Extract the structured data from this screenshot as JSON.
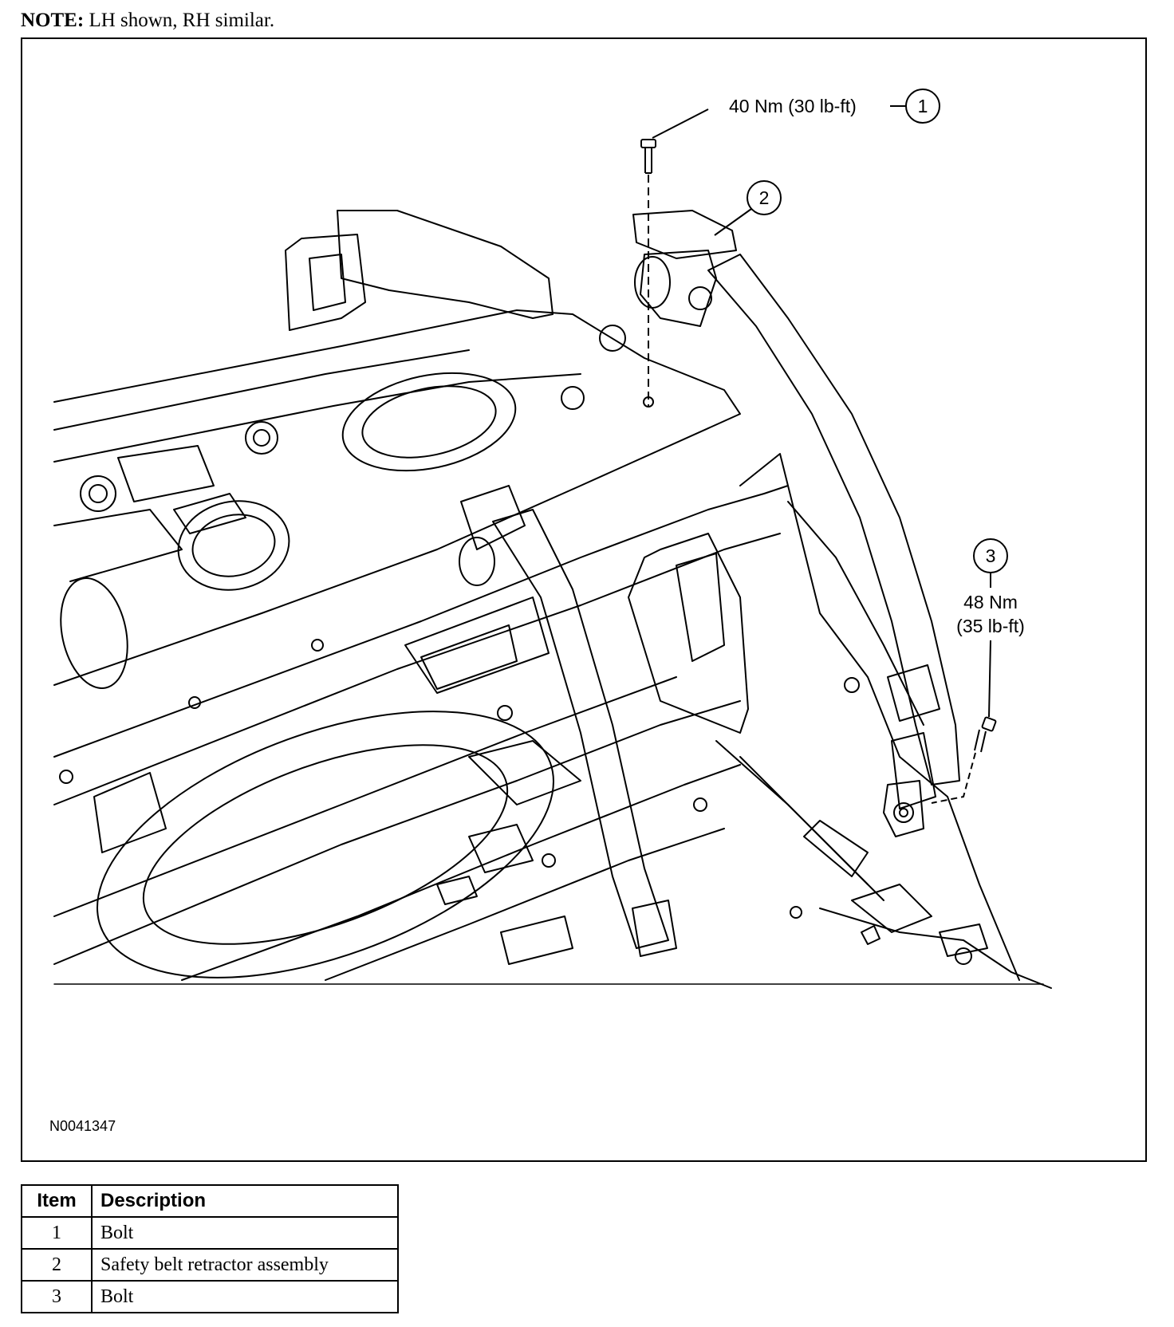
{
  "note": {
    "label": "NOTE:",
    "text": " LH shown, RH similar."
  },
  "callouts": [
    {
      "number": "1",
      "torque": "40 Nm (30 lb-ft)"
    },
    {
      "number": "2",
      "torque": ""
    },
    {
      "number": "3",
      "torque_line1": "48 Nm",
      "torque_line2": "(35 lb-ft)"
    }
  ],
  "figure_code": "N0041347",
  "legend": {
    "headers": {
      "item": "Item",
      "description": "Description"
    },
    "rows": [
      {
        "item": "1",
        "description": "Bolt"
      },
      {
        "item": "2",
        "description": "Safety belt retractor assembly"
      },
      {
        "item": "3",
        "description": "Bolt"
      }
    ]
  }
}
